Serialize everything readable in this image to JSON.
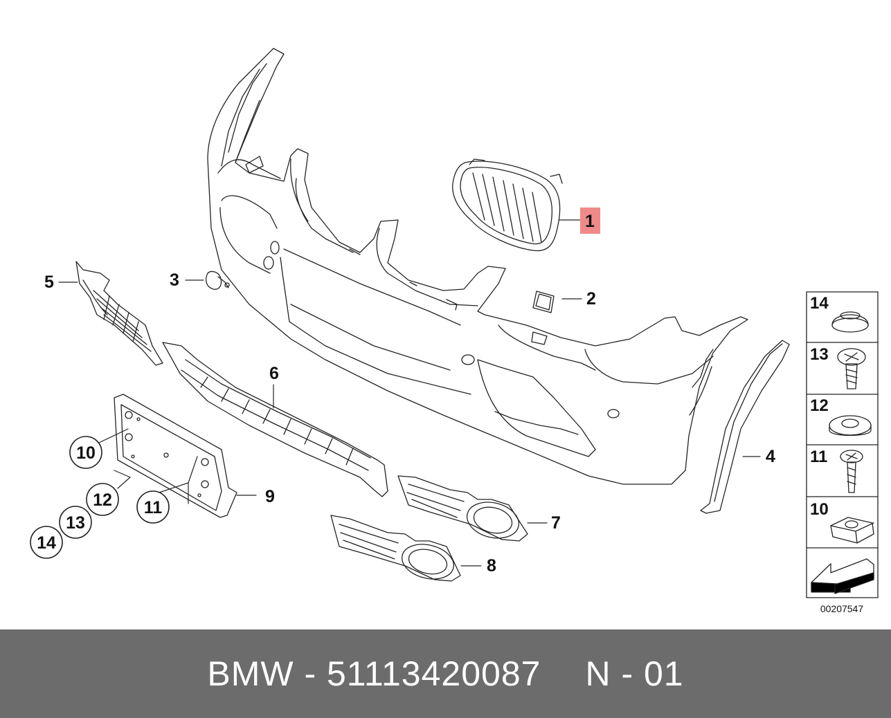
{
  "diagram": {
    "callouts": [
      {
        "id": "c1",
        "label": "1",
        "highlighted": true
      },
      {
        "id": "c2",
        "label": "2"
      },
      {
        "id": "c3",
        "label": "3"
      },
      {
        "id": "c4",
        "label": "4"
      },
      {
        "id": "c5",
        "label": "5"
      },
      {
        "id": "c6",
        "label": "6"
      },
      {
        "id": "c7",
        "label": "7"
      },
      {
        "id": "c8",
        "label": "8"
      },
      {
        "id": "c9",
        "label": "9"
      },
      {
        "id": "c10",
        "label": "10"
      },
      {
        "id": "c11",
        "label": "11"
      },
      {
        "id": "c12",
        "label": "12"
      },
      {
        "id": "c13",
        "label": "13"
      },
      {
        "id": "c14",
        "label": "14"
      }
    ],
    "highlight_color": "#f08a8a",
    "legend": {
      "items": [
        "14",
        "13",
        "12",
        "11",
        "10"
      ]
    },
    "drawing_number": "00207547"
  },
  "footer": {
    "brand_part": "BMW - 51113420087",
    "position": "N - 01"
  }
}
